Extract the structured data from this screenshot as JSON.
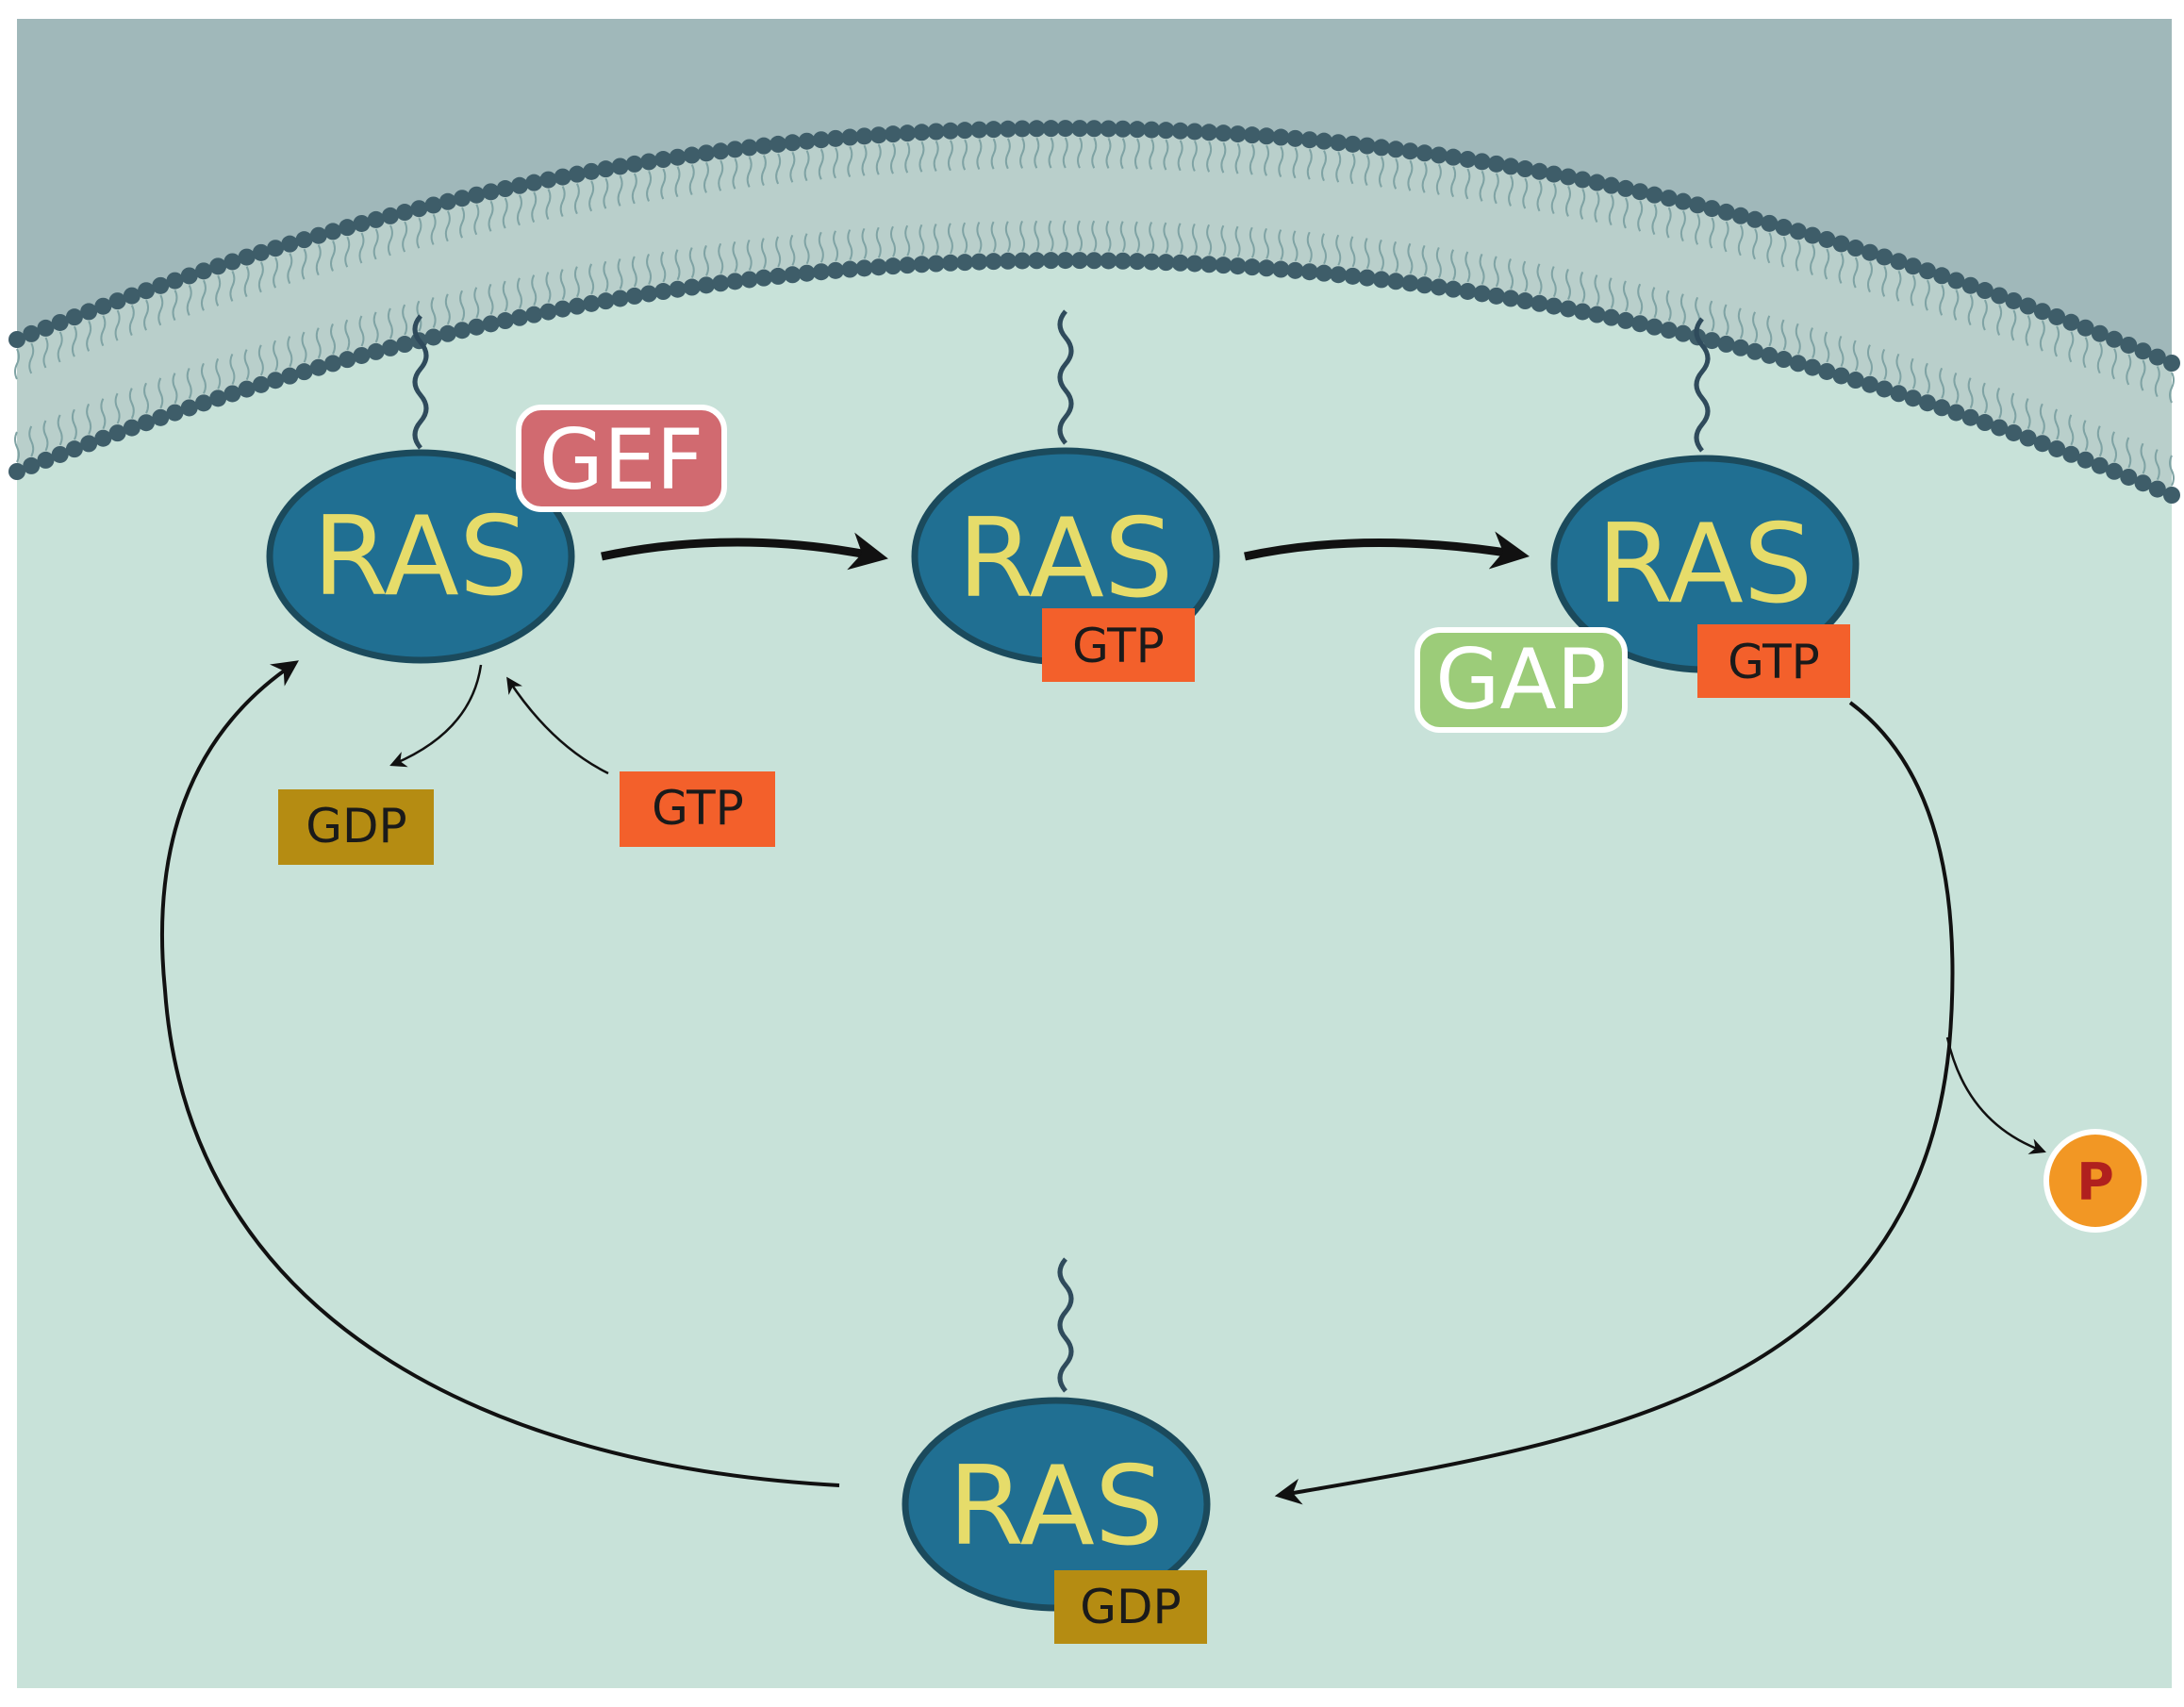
{
  "colors": {
    "extracellular": "#a0b8ba",
    "cytoplasm": "#c8e2d9",
    "membrane_head": "#3e5d69",
    "membrane_tail": "#7fa3a4",
    "ras_fill": "#206f92",
    "ras_stroke": "#1b4a5c",
    "ras_text": "#e6dc6a",
    "gtp_fill": "#f3602b",
    "gdp_fill": "#b58c12",
    "gef_fill": "#d16a70",
    "gap_fill": "#9ccc79",
    "phosphate_fill": "#f29724"
  },
  "ras_nodes": [
    {
      "label": "RAS",
      "state": "nucleotide-free"
    },
    {
      "label": "RAS",
      "bound": "GTP"
    },
    {
      "label": "RAS",
      "bound": "GTP",
      "regulator": "GAP"
    },
    {
      "label": "RAS",
      "bound": "GDP"
    }
  ],
  "regulators": {
    "gef": "GEF",
    "gap": "GAP"
  },
  "nucleotides": {
    "gdp_released": "GDP",
    "gtp_incoming": "GTP",
    "gtp_bound_2": "GTP",
    "gtp_bound_3": "GTP",
    "gdp_bound_4": "GDP"
  },
  "phosphate": "P"
}
